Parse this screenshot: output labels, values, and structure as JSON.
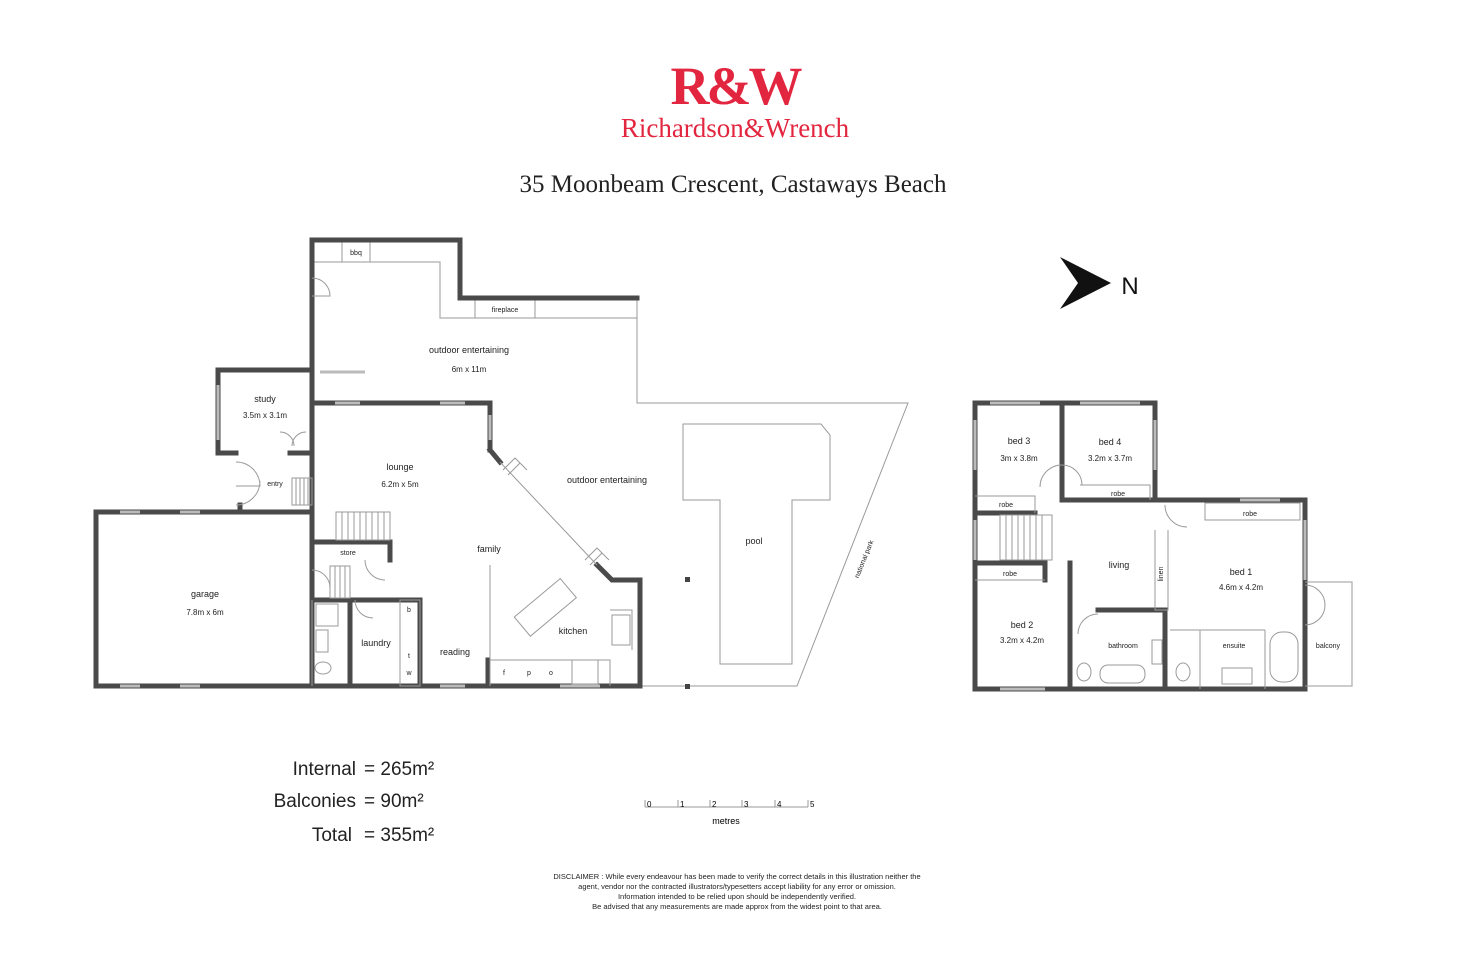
{
  "header": {
    "logo_mark": "R&W",
    "brand_name": "Richardson&Wrench",
    "address": "35 Moonbeam Crescent, Castaways Beach"
  },
  "compass": {
    "label": "N"
  },
  "ground_floor": {
    "bbq": "bbq",
    "fireplace": "fireplace",
    "outdoor_entertaining_1": {
      "name": "outdoor entertaining",
      "size": "6m x 11m"
    },
    "study": {
      "name": "study",
      "size": "3.5m x 3.1m"
    },
    "entry": "entry",
    "lounge": {
      "name": "lounge",
      "size": "6.2m x 5m"
    },
    "outdoor_entertaining_2": "outdoor entertaining",
    "store": "store",
    "family": "family",
    "garage": {
      "name": "garage",
      "size": "7.8m x 6m"
    },
    "laundry": "laundry",
    "laundry_b": "b",
    "laundry_t": "t",
    "laundry_w": "w",
    "reading": "reading",
    "kitchen": "kitchen",
    "kitchen_f": "f",
    "kitchen_p": "p",
    "kitchen_o": "o",
    "pool": "pool",
    "national_park": "national park"
  },
  "upper_floor": {
    "bed3": {
      "name": "bed 3",
      "size": "3m x 3.8m"
    },
    "bed4": {
      "name": "bed 4",
      "size": "3.2m x 3.7m"
    },
    "robe1": "robe",
    "robe2": "robe",
    "robe3": "robe",
    "robe4": "robe",
    "living": "living",
    "linen": "linen",
    "bed1": {
      "name": "bed 1",
      "size": "4.6m x 4.2m"
    },
    "bed2": {
      "name": "bed 2",
      "size": "3.2m x 4.2m"
    },
    "bathroom": "bathroom",
    "ensuite": "ensuite",
    "balcony": "balcony"
  },
  "areas": [
    {
      "label": "Internal",
      "value": "= 265m²"
    },
    {
      "label": "Balconies",
      "value": "= 90m²"
    },
    {
      "label": "Total",
      "value": "= 355m²"
    }
  ],
  "scale": {
    "ticks": [
      "0",
      "1",
      "2",
      "3",
      "4",
      "5"
    ],
    "unit": "metres"
  },
  "disclaimer": [
    "DISCLAIMER : While every endeavour has been made to verify the correct details in this illustration neither the",
    "agent, vendor nor the contracted illustrators/typesetters accept liability for any error or omission.",
    "Information intended to be relied upon should be independently verified.",
    "Be advised that any measurements are made approx from the widest point to that area."
  ]
}
